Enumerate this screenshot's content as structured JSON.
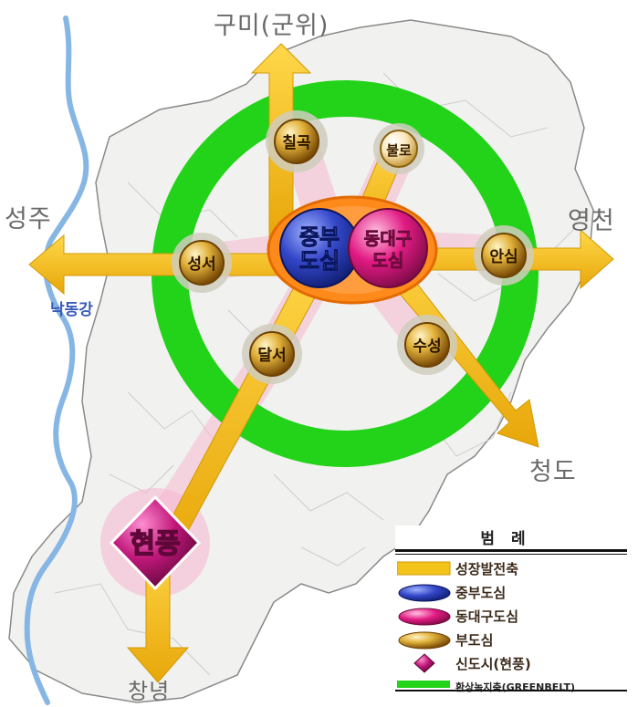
{
  "destinations": {
    "north": "구미(군위)",
    "west": "성주",
    "east": "영천",
    "southeast": "청도",
    "south": "창녕"
  },
  "river_label": "낙동강",
  "center": {
    "jungbu": "중부\n도심",
    "dongdaegu": "동대구\n도심"
  },
  "sub_centers": [
    "칠곡",
    "불로",
    "성서",
    "안심",
    "달서",
    "수성"
  ],
  "new_town": "현풍",
  "legend": {
    "title": "범례",
    "items": [
      {
        "label": "성장발전축",
        "symbol": "growth-axis"
      },
      {
        "label": "중부도심",
        "symbol": "jungbu-center"
      },
      {
        "label": "동대구도심",
        "symbol": "dongdaegu-center"
      },
      {
        "label": "부도심",
        "symbol": "sub-center"
      },
      {
        "label": "신도시(현풍)",
        "symbol": "new-town"
      },
      {
        "label": "환상녹지축(GREENBELT)",
        "symbol": "greenbelt"
      }
    ]
  },
  "colors": {
    "axis": "#f3c21b",
    "greenbelt": "#22d319",
    "jungbu": "#2f3fb8",
    "dongdaegu": "#d81b78",
    "core_ring": "#ff7a12",
    "sub_center": "#c98a14",
    "pink_halo": "#f6b6cf",
    "new_town": "#b0186a",
    "river": "#7fb3e6"
  }
}
